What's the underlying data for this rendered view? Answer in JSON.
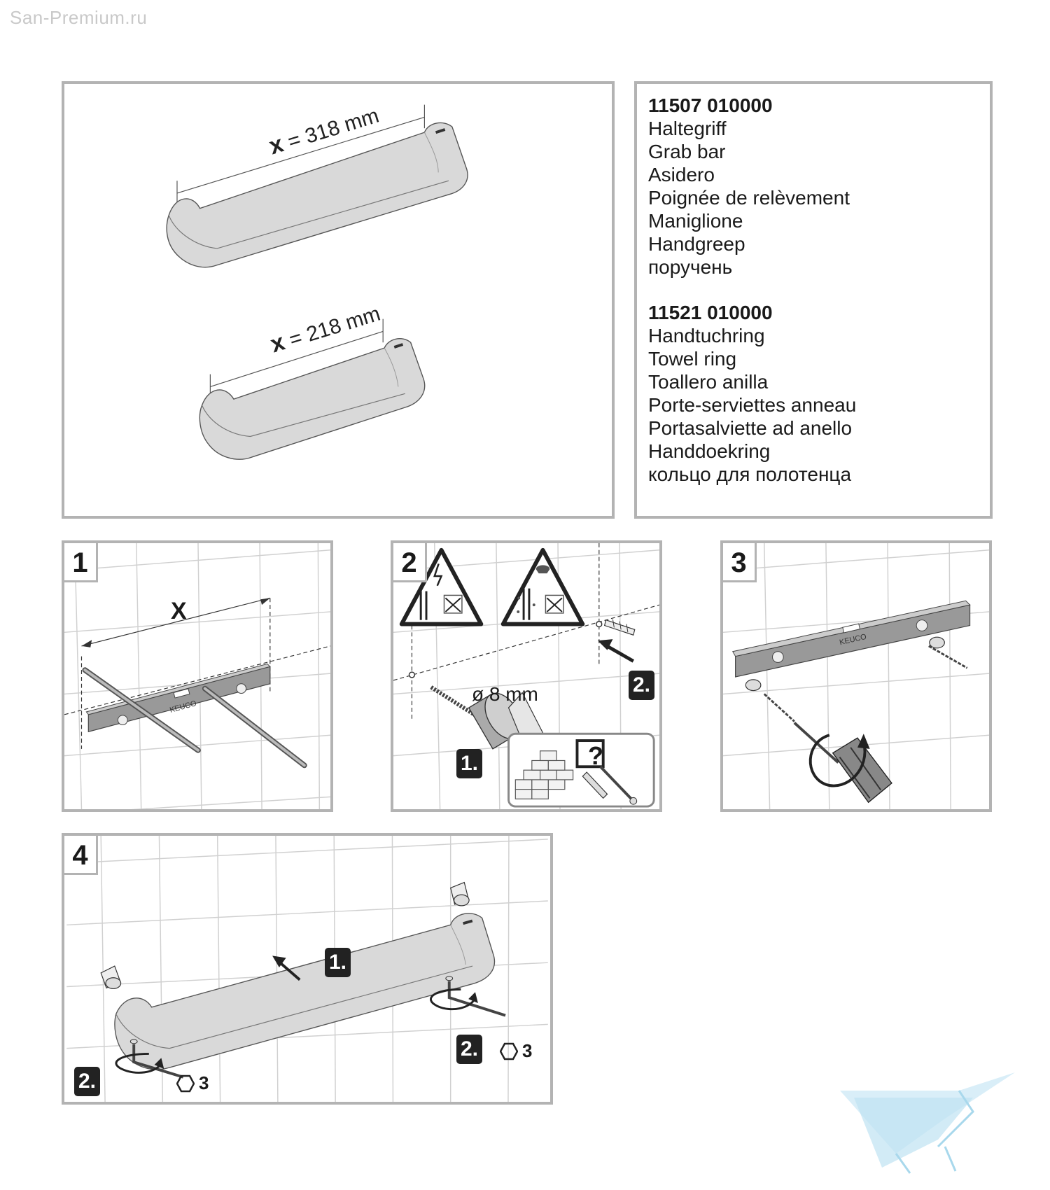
{
  "watermark": "San-Premium.ru",
  "hero": {
    "bar_long_label": "x = 318 mm",
    "bar_long_var": "x",
    "bar_long_value": "= 318 mm",
    "bar_short_var": "x",
    "bar_short_value": "= 218 mm"
  },
  "products": [
    {
      "code": "11507 010000",
      "names": [
        "Haltegriff",
        "Grab bar",
        "Asidero",
        "Poignée de relèvement",
        "Maniglione",
        "Handgreep",
        "поручень"
      ]
    },
    {
      "code": "11521 010000",
      "names": [
        "Handtuchring",
        "Towel ring",
        "Toallero anilla",
        "Porte-serviettes anneau",
        "Portasalviette ad anello",
        "Handdoekring",
        "кольцо для полотенца"
      ]
    }
  ],
  "steps": {
    "step1": {
      "number": "1",
      "measure_label": "X",
      "level_brand": "KEUCO"
    },
    "step2": {
      "number": "2",
      "drill_size": "ø 8 mm",
      "badge_drill": "1.",
      "badge_dowel": "2.",
      "question_mark": "?"
    },
    "step3": {
      "number": "3",
      "level_brand": "KEUCO"
    },
    "step4": {
      "number": "4",
      "badge_push": "1.",
      "badge_left": "2.",
      "badge_right": "2.",
      "hex_size_left": "3",
      "hex_size_right": "3"
    }
  },
  "colors": {
    "frame": "#b3b3b3",
    "bar_fill": "#d9d9d9",
    "tile_line": "#d0d0d0",
    "badge": "#222222",
    "logo": "#bfe3f2"
  }
}
